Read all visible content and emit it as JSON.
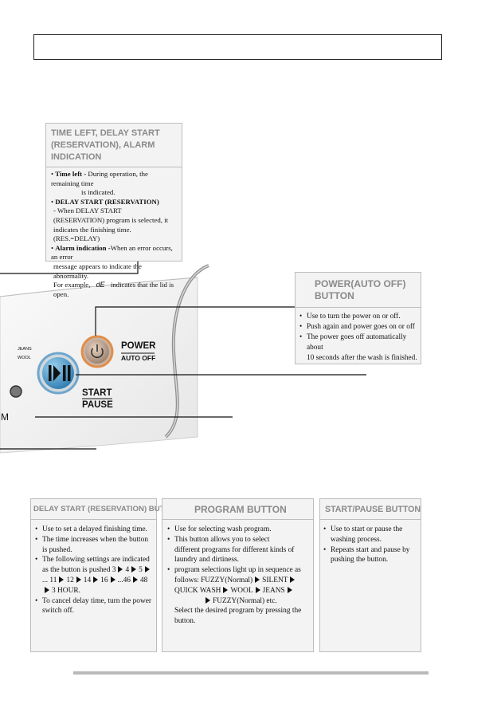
{
  "time_left_panel": {
    "title_line1": "TIME LEFT, DELAY START",
    "title_line2": "(RESERVATION), ALARM INDICATION",
    "item1_label": "Time left -",
    "item1_text": " During operation, the remaining time",
    "item1_text2": "is indicated.",
    "item2_label": "DELAY START (RESERVATION)",
    "item2_line1": "- When DELAY START",
    "item2_line2": "(RESERVATION)  program is selected, it",
    "item2_line3": "indicates the finishing time. (RES.=DELAY)",
    "item3_label": "Alarm indication -",
    "item3_text": "When an error occurs, an error",
    "item3_line2": "message appears to indicate the abnormality.",
    "item3_line3a": "For example,",
    "item3_code": "dE",
    "item3_line3b": "indicates that the lid is open."
  },
  "power_panel": {
    "title_line1": "POWER(AUTO OFF)",
    "title_line2": "BUTTON",
    "items": [
      "Use to turn the power on or off.",
      "Push again and power goes on or off",
      "The power goes off automatically about"
    ],
    "item3_cont": "10 seconds after the wash is finished."
  },
  "control": {
    "power_label": "POWER",
    "auto_off_label": "AUTO OFF",
    "start_label": "START",
    "pause_label": "PAUSE",
    "jeans_label": "JEANS",
    "wool_label": "WOOL",
    "edge_label": "M"
  },
  "delay_panel": {
    "title": "DELAY START (RESERVATION) BUTTON",
    "b1": "Use to set a delayed finishing time.",
    "b2a": "The time increases when the button",
    "b2b": "is pushed.",
    "b3a": "The following settings are indicated",
    "b3b": "as the button is pushed 3",
    "n4": "4",
    "n5": "5",
    "n11": "... 11",
    "n12": "12",
    "n14": "14",
    "n16": "16",
    "n46": "...46",
    "n48": "48",
    "n3h": "3 HOUR.",
    "b4a": "To cancel delay time, turn the power",
    "b4b": "switch off."
  },
  "program_panel": {
    "title": "PROGRAM BUTTON",
    "b1": "Use for selecting wash program.",
    "b2a": "This button allows you to  select",
    "b2b": "different  programs for  different kinds  of",
    "b2c": "laundry and dirtiness.",
    "b3a": "program selections light up in sequence as",
    "b3b": "follows: FUZZY(Normal)",
    "silent": "SILENT",
    "quick": "QUICK WASH",
    "wool": "WOOL",
    "jeans": "JEANS",
    "fuzzy_etc": "FUZZY(Normal) etc.",
    "sel_a": "Select the desired program by pressing the",
    "sel_b": "button."
  },
  "start_panel": {
    "title": "START/PAUSE BUTTON",
    "b1a": "Use to start or pause the",
    "b1b": "washing process.",
    "b2a": "Repeats start and pause by",
    "b2b": "pushing the button."
  }
}
